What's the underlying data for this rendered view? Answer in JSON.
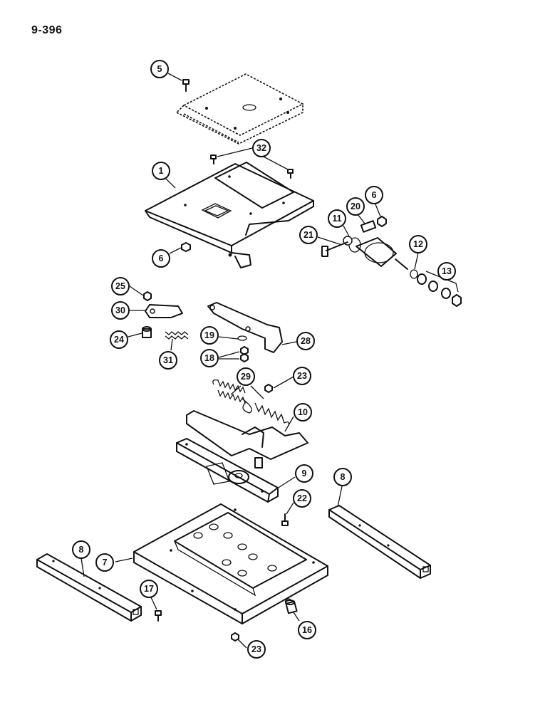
{
  "page_number": "9-396",
  "callouts": [
    {
      "id": "c5",
      "label": "5"
    },
    {
      "id": "c32",
      "label": "32"
    },
    {
      "id": "c1",
      "label": "1"
    },
    {
      "id": "c6a",
      "label": "6"
    },
    {
      "id": "c20",
      "label": "20"
    },
    {
      "id": "c11",
      "label": "11"
    },
    {
      "id": "c21",
      "label": "21"
    },
    {
      "id": "c12",
      "label": "12"
    },
    {
      "id": "c13",
      "label": "13"
    },
    {
      "id": "c6b",
      "label": "6"
    },
    {
      "id": "c25",
      "label": "25"
    },
    {
      "id": "c30",
      "label": "30"
    },
    {
      "id": "c24",
      "label": "24"
    },
    {
      "id": "c31",
      "label": "31"
    },
    {
      "id": "c19",
      "label": "19"
    },
    {
      "id": "c28",
      "label": "28"
    },
    {
      "id": "c18",
      "label": "18"
    },
    {
      "id": "c23a",
      "label": "23"
    },
    {
      "id": "c29",
      "label": "29"
    },
    {
      "id": "c10",
      "label": "10"
    },
    {
      "id": "c9",
      "label": "9"
    },
    {
      "id": "c8a",
      "label": "8"
    },
    {
      "id": "c22",
      "label": "22"
    },
    {
      "id": "c8b",
      "label": "8"
    },
    {
      "id": "c7",
      "label": "7"
    },
    {
      "id": "c17",
      "label": "17"
    },
    {
      "id": "c16",
      "label": "16"
    },
    {
      "id": "c23b",
      "label": "23"
    }
  ]
}
